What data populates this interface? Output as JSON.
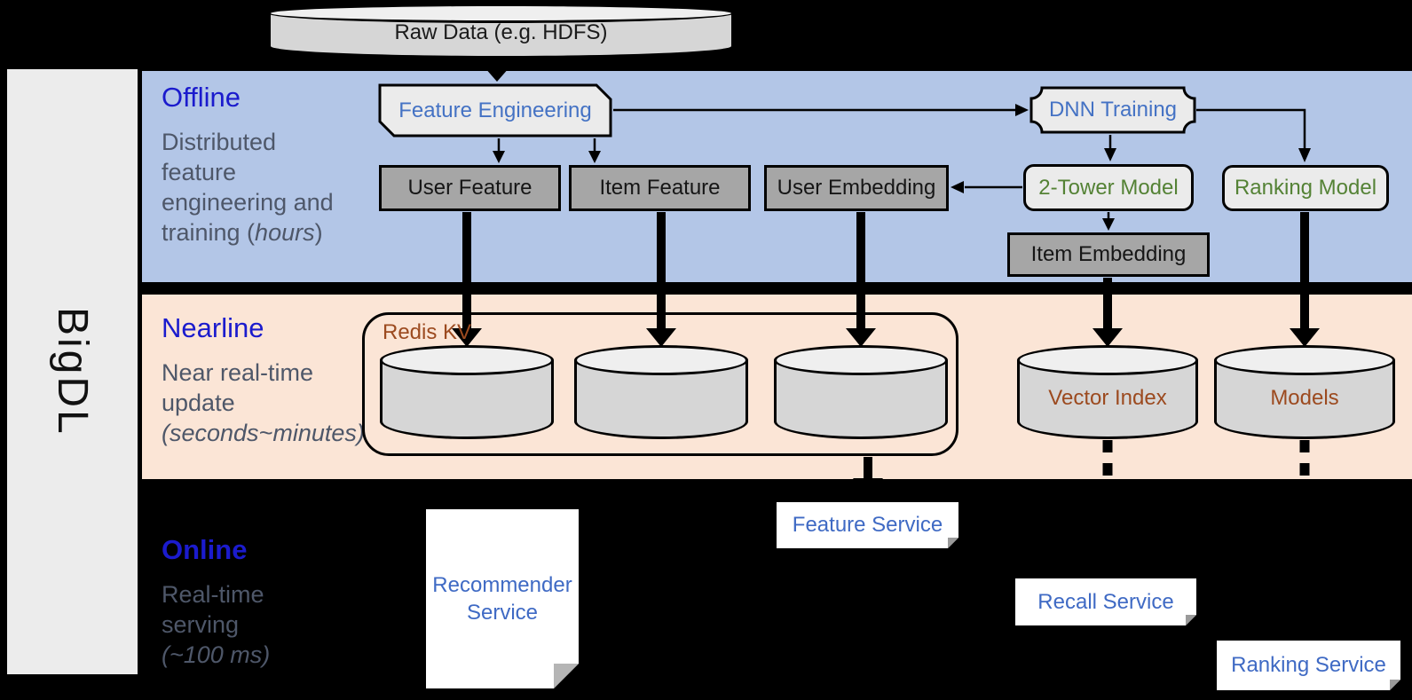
{
  "sidebar": {
    "brand": "BigDL"
  },
  "zones": {
    "offline": {
      "title": "Offline",
      "desc_line1": "Distributed",
      "desc_line2": "feature",
      "desc_line3": "engineering and",
      "desc_line4_pre": "training (",
      "desc_line4_italic": "hours",
      "desc_line4_post": ")"
    },
    "nearline": {
      "title": "Nearline",
      "desc_line1": "Near real-time",
      "desc_line2": "update",
      "desc_line3_italic": "(seconds~minutes)"
    },
    "online": {
      "title": "Online",
      "desc_line1": "Real-time",
      "desc_line2": "serving",
      "desc_line3_italic": "(~100 ms)"
    }
  },
  "nodes": {
    "raw_data": "Raw Data (e.g. HDFS)",
    "feature_engineering": "Feature Engineering",
    "dnn_training": "DNN Training",
    "user_feature": "User Feature",
    "item_feature": "Item Feature",
    "user_embedding": "User Embedding",
    "two_tower_model": "2-Tower Model",
    "ranking_model": "Ranking Model",
    "item_embedding": "Item Embedding",
    "redis_kv": "Redis KV",
    "vector_index": "Vector Index",
    "models": "Models",
    "feature_service": "Feature Service",
    "recall_service": "Recall Service",
    "ranking_service": "Ranking Service",
    "recommender_service_line1": "Recommender",
    "recommender_service_line2": "Service"
  },
  "colors": {
    "background": "#000000",
    "sidebar_fill": "#ececec",
    "band_offline": "#b3c6e7",
    "band_nearline": "#fbe5d6",
    "zone_title_blue": "#1b1bcd",
    "zone_desc_slate": "#4e5769",
    "node_text_blue": "#4472c4",
    "node_text_green": "#548235",
    "node_text_brown": "#9c4a1f",
    "service_text_blue": "#3f6ac4",
    "gray_box_fill": "#a6a6a6",
    "light_shape_fill": "#ebebeb",
    "cylinder_fill": "#d6d6d6",
    "cylinder_top_fill": "#efefef"
  }
}
